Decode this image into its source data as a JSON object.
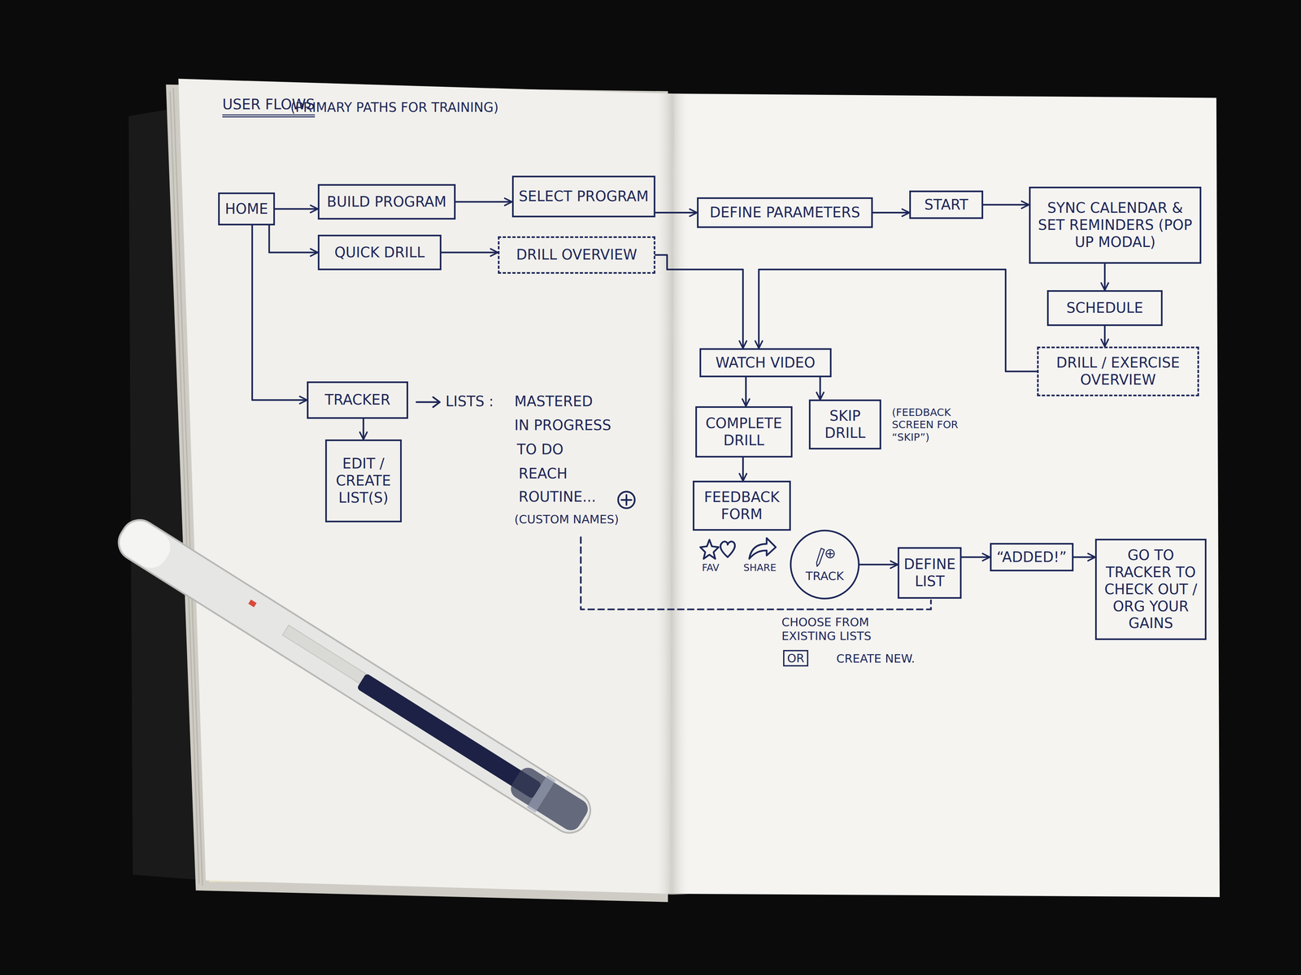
{
  "diagram": {
    "title": "USER FLOWS",
    "nodes": [
      {
        "text": [
          "HOME"
        ]
      },
      {
        "text": [
          "BUILD PROGRAM"
        ]
      },
      {
        "text": [
          "SELECT PROGRAM"
        ]
      },
      {
        "text": [
          "DEFINE PARAMETERS"
        ]
      },
      {
        "text": [
          "START"
        ]
      },
      {
        "text": [
          "SYNC CALENDAR & SET REMINDERS (POP UP MODAL)"
        ]
      },
      {
        "text": [
          "QUICK DRILL"
        ]
      },
      {
        "text": [
          "DRILL OVERVIEW"
        ]
      },
      {
        "text": [
          "SCHEDULE"
        ]
      },
      {
        "text": [
          "WATCH VIDEO"
        ]
      },
      {
        "text": [
          "DRILL / EXERCISE OVERVIEW"
        ]
      },
      {
        "text": [
          "TRACKER"
        ]
      },
      {
        "text": [
          "COMPLETE DRILL"
        ]
      },
      {
        "text": [
          "SKIP DRILL"
        ]
      },
      {
        "text": [
          "EDIT / CREATE LIST(S)"
        ]
      },
      {
        "text": [
          "FEEDBACK FORM"
        ]
      },
      {
        "text": [
          "TRACK"
        ]
      },
      {
        "text": [
          "DEFINE LIST"
        ]
      },
      {
        "text": [
          "“ADDED!”"
        ]
      },
      {
        "text": [
          "GO TO TRACKER TO CHECK OUT / ORG YOUR GAINS"
        ]
      }
    ],
    "edges": [
      {
        "from": 0,
        "to": 1,
        "arrow": "to"
      },
      {
        "from": 1,
        "to": 2,
        "arrow": "to"
      },
      {
        "from": 2,
        "to": 3,
        "arrow": "to"
      },
      {
        "from": 3,
        "to": 4,
        "arrow": "to"
      },
      {
        "from": 4,
        "to": 5,
        "arrow": "to"
      },
      {
        "from": 5,
        "to": 8,
        "arrow": "to"
      },
      {
        "from": 8,
        "to": 10,
        "arrow": "to"
      },
      {
        "from": 0,
        "to": 6,
        "arrow": "to"
      },
      {
        "from": 6,
        "to": 7,
        "arrow": "to"
      },
      {
        "from": 7,
        "to": 9,
        "arrow": "to"
      },
      {
        "from": 10,
        "to": 9,
        "arrow": "to"
      },
      {
        "from": 0,
        "to": 11,
        "arrow": "to"
      },
      {
        "from": 11,
        "to": 14,
        "arrow": "to"
      },
      {
        "from": 9,
        "to": 12,
        "arrow": "to"
      },
      {
        "from": 9,
        "to": 13,
        "arrow": "to"
      },
      {
        "from": 12,
        "to": 15,
        "arrow": "to"
      },
      {
        "from": 16,
        "to": 17,
        "arrow": "to"
      },
      {
        "from": 17,
        "to": 18,
        "arrow": "to"
      },
      {
        "from": 18,
        "to": 19,
        "arrow": "to"
      }
    ],
    "labels": [
      "(PRIMARY PATHS FOR TRAINING)",
      "LISTS :",
      "MASTERED",
      "IN PROGRESS",
      "TO DO",
      "REACH",
      "ROUTINE...",
      "(CUSTOM NAMES)",
      "(FEEDBACK SCREEN FOR “SKIP”)",
      "FAV",
      "SHARE",
      "CHOOSE FROM EXISTING LISTS",
      "OR",
      "CREATE NEW."
    ]
  }
}
